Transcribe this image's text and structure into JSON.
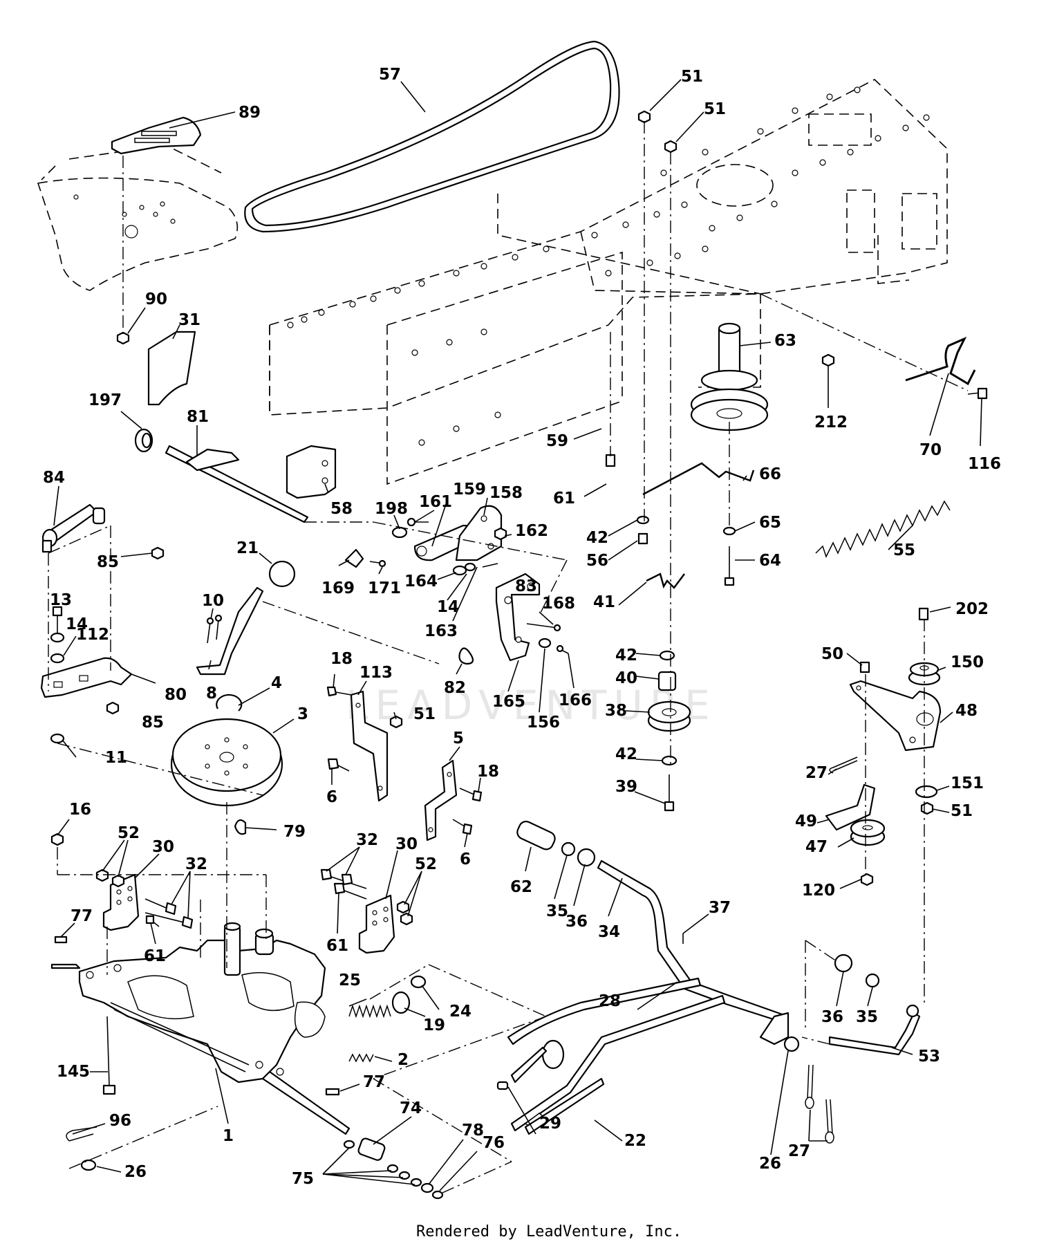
{
  "diagram": {
    "watermark": "LEADVENTURE",
    "footer": "Rendered by LeadVenture, Inc.",
    "callouts": {
      "c57": "57",
      "c89": "89",
      "c51a": "51",
      "c51b": "51",
      "c90": "90",
      "c31": "31",
      "c197": "197",
      "c81": "81",
      "c58": "58",
      "c84": "84",
      "c85a": "85",
      "c21": "21",
      "c10": "10",
      "c198": "198",
      "c161": "161",
      "c159": "159",
      "c158": "158",
      "c162": "162",
      "c169": "169",
      "c171": "171",
      "c164": "164",
      "c14a": "14",
      "c83": "83",
      "c163": "163",
      "c168": "168",
      "c166": "166",
      "c82": "82",
      "c165": "165",
      "c156": "156",
      "c13": "13",
      "c14b": "14",
      "c112": "112",
      "c80": "80",
      "c85b": "85",
      "c8": "8",
      "c4": "4",
      "c18a": "18",
      "c113": "113",
      "c51c": "51",
      "c3": "3",
      "c11": "11",
      "c6a": "6",
      "c5": "5",
      "c18b": "18",
      "c6b": "6",
      "c79": "79",
      "c16": "16",
      "c52a": "52",
      "c30a": "30",
      "c32a": "32",
      "c32b": "32",
      "c30b": "30",
      "c52b": "52",
      "c77a": "77",
      "c61a": "61",
      "c61b": "61",
      "c63": "63",
      "c212": "212",
      "c70": "70",
      "c116": "116",
      "c59": "59",
      "c66": "66",
      "c61c": "61",
      "c42a": "42",
      "c65": "65",
      "c56": "56",
      "c64": "64",
      "c55": "55",
      "c41": "41",
      "c42b": "42",
      "c40": "40",
      "c38": "38",
      "c42c": "42",
      "c39": "39",
      "c202": "202",
      "c50": "50",
      "c150": "150",
      "c48": "48",
      "c27a": "27",
      "c151": "151",
      "c49": "49",
      "c51d": "51",
      "c47": "47",
      "c120": "120",
      "c62": "62",
      "c35a": "35",
      "c36a": "36",
      "c34": "34",
      "c37": "37",
      "c25": "25",
      "c24": "24",
      "c19": "19",
      "c2": "2",
      "c145": "145",
      "c1": "1",
      "c77b": "77",
      "c74": "74",
      "c96": "96",
      "c26a": "26",
      "c75": "75",
      "c78": "78",
      "c76": "76",
      "c28": "28",
      "c29": "29",
      "c22": "22",
      "c26b": "26",
      "c27b": "27",
      "c36b": "36",
      "c35b": "35",
      "c53": "53"
    }
  }
}
